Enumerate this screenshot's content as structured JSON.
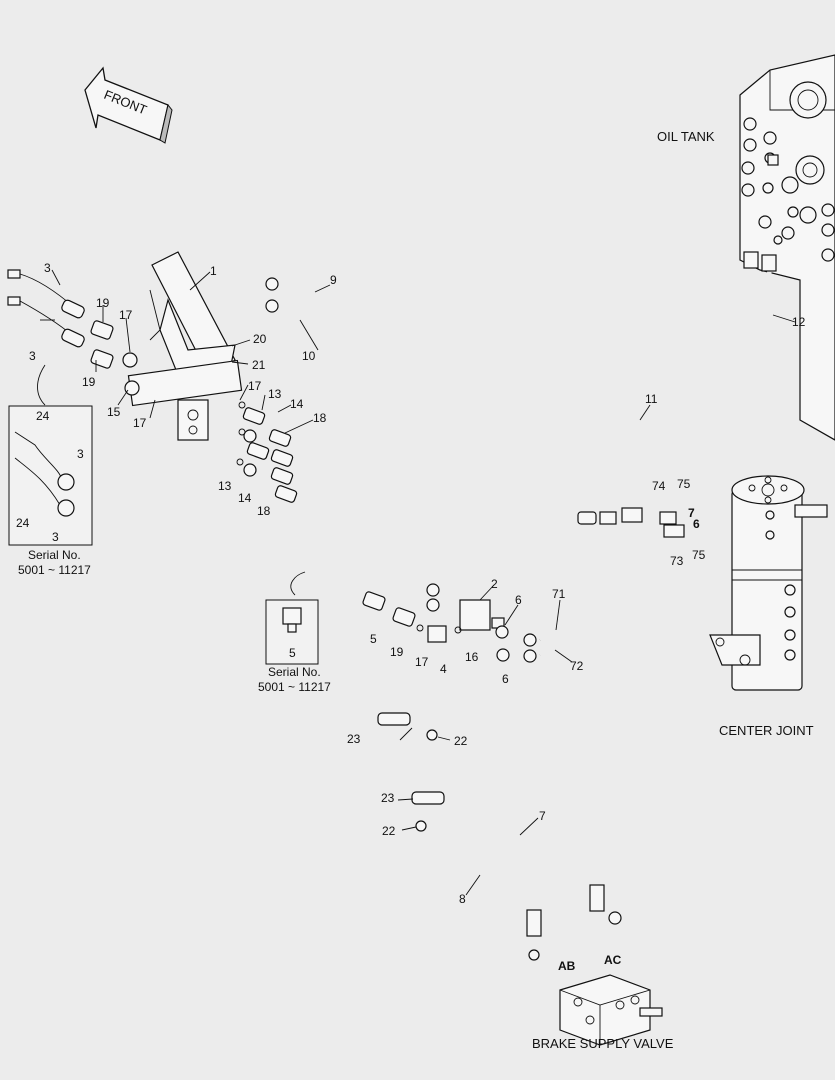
{
  "titles": {
    "front": "FRONT",
    "oil_tank": "OIL TANK",
    "center_joint": "CENTER JOINT",
    "brake_supply_valve": "BRAKE SUPPLY VALVE"
  },
  "ports": {
    "ab": "AB",
    "ac": "AC"
  },
  "inset_left": {
    "label_line1": "Serial No.",
    "label_line2": "5001 ~ 11217",
    "items": [
      "24",
      "3",
      "24",
      "3"
    ]
  },
  "inset_mid": {
    "label_line1": "Serial No.",
    "label_line2": "5001 ~ 11217",
    "item": "5"
  },
  "callouts": {
    "c1": "1",
    "c2": "2",
    "c3a": "3",
    "c3b": "3",
    "c4": "4",
    "c5": "5",
    "c6a": "6",
    "c6b": "6",
    "c6c": "6",
    "c7a": "7",
    "c7b": "7",
    "c8": "8",
    "c9": "9",
    "c10": "10",
    "c11": "11",
    "c12": "12",
    "c13a": "13",
    "c13b": "13",
    "c14a": "14",
    "c14b": "14",
    "c15": "15",
    "c16": "16",
    "c17a": "17",
    "c17b": "17",
    "c17c": "17",
    "c17d": "17",
    "c18a": "18",
    "c18b": "18",
    "c19a": "19",
    "c19b": "19",
    "c19c": "19",
    "c20": "20",
    "c21": "21",
    "c22a": "22",
    "c22b": "22",
    "c23a": "23",
    "c23b": "23",
    "c71": "71",
    "c72": "72",
    "c73": "73",
    "c74": "74",
    "c75a": "75",
    "c75b": "75"
  }
}
